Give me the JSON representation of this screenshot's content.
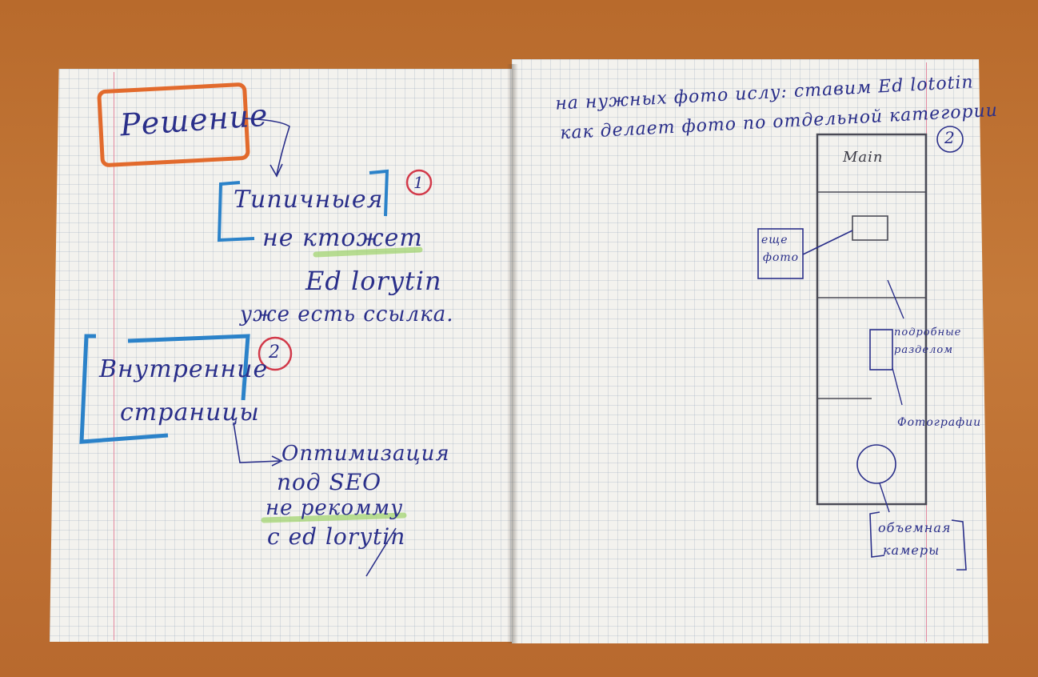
{
  "left_page": {
    "heading": "Решение",
    "item1_number": "1",
    "item1_lines": [
      "Типичныея",
      "не ктожет",
      "Ed lorytin",
      "уже есть ссылка."
    ],
    "item2_number": "2",
    "item2_lines": [
      "Внутренние",
      "страницы"
    ],
    "item2_note_lines": [
      "Оптимизация",
      "под SEO",
      "не рекомму",
      "с ed lorytin"
    ]
  },
  "right_page": {
    "top_lines": [
      "на нужных фото ислу: ставим Ed lototin",
      "как делает фото по отдельной категории"
    ],
    "number": "2",
    "wireframe_label": "Main",
    "side_note": [
      "еще",
      "фото"
    ],
    "note_middle": [
      "подробные",
      "разделом"
    ],
    "note_lower": "Фотографии",
    "note_bottom": [
      "объемная",
      "камеры"
    ]
  },
  "colors": {
    "ink": "#2a2f8a",
    "orange": "#e26a2c",
    "blue": "#2b82c9",
    "red_circle": "#d23a4a",
    "highlight": "#9fd46a",
    "table": "#c07636",
    "paper": "#f3f2ee"
  }
}
